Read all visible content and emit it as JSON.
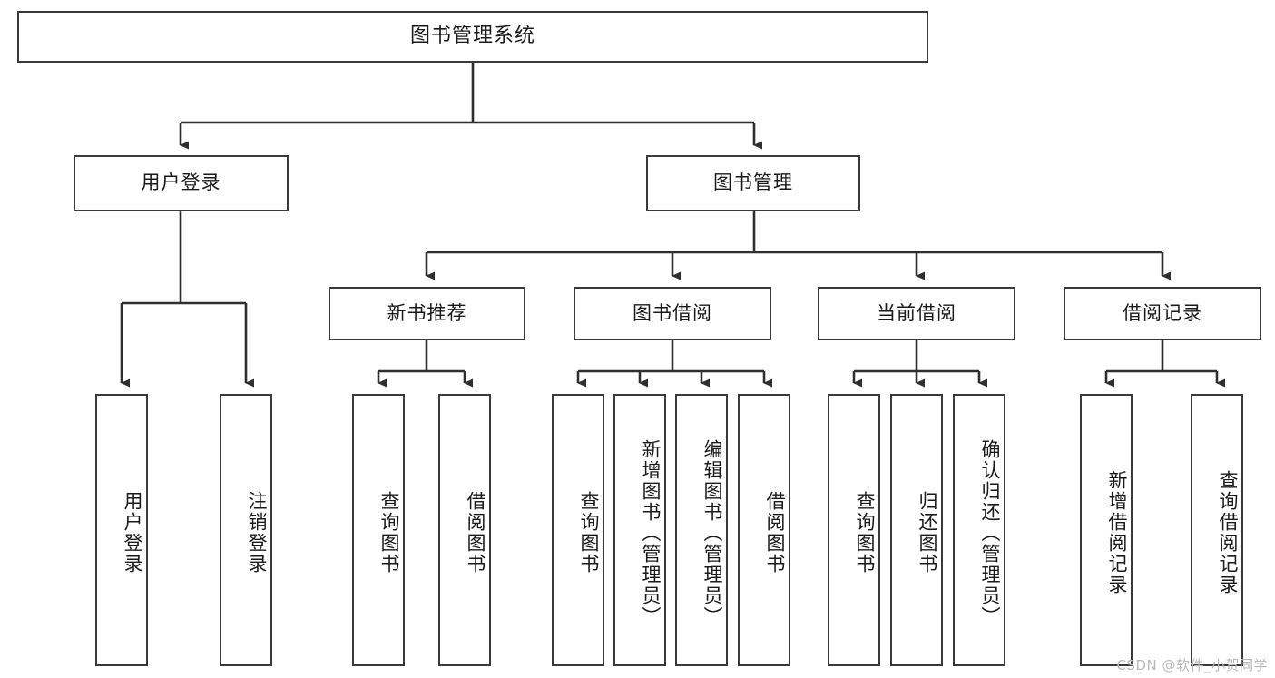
{
  "diagram": {
    "title": "图书管理系统",
    "type": "tree-hierarchy",
    "watermark": "CSDN @软件_小贺同学",
    "colors": {
      "background": "#ffffff",
      "border": "#3a3a3a",
      "text": "#1a1a1a",
      "watermark": "#b9b9b9"
    },
    "root": {
      "label": "图书管理系统"
    },
    "level1": [
      {
        "label": "用户登录"
      },
      {
        "label": "图书管理"
      }
    ],
    "level2": [
      {
        "label": "新书推荐"
      },
      {
        "label": "图书借阅"
      },
      {
        "label": "当前借阅"
      },
      {
        "label": "借阅记录"
      }
    ],
    "leaves": {
      "user_login": [
        {
          "label": "用户登录"
        },
        {
          "label": "注销登录"
        }
      ],
      "new_book_recommend": [
        {
          "label": "查询图书"
        },
        {
          "label": "借阅图书"
        }
      ],
      "book_borrow": [
        {
          "label": "查询图书"
        },
        {
          "label": "新增图书（管理员）"
        },
        {
          "label": "编辑图书（管理员）"
        },
        {
          "label": "借阅图书"
        }
      ],
      "current_borrow": [
        {
          "label": "查询图书"
        },
        {
          "label": "归还图书"
        },
        {
          "label": "确认归还（管理员）"
        }
      ],
      "borrow_record": [
        {
          "label": "新增借阅记录"
        },
        {
          "label": "查询借阅记录"
        }
      ]
    }
  }
}
